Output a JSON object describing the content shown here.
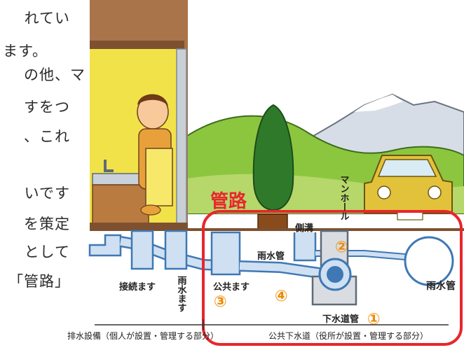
{
  "side_text": {
    "lines": [
      "れてい",
      "ます。",
      "の他、マ",
      "すをつ",
      "、これ",
      "",
      "いです",
      "を策定",
      "として",
      "「管路」"
    ]
  },
  "diagram": {
    "title_kanro": "管路",
    "label_sokko": "側溝",
    "label_manhole": "マンホール",
    "label_usuikan_top": "雨水管",
    "label_usuikan_right": "雨水管",
    "label_setsuzokumasu": "接続ます",
    "label_usuimasu": "雨水ます",
    "label_kokyomasu": "公共ます",
    "label_gesuidokan": "下水道管",
    "num_1": "①",
    "num_2": "②",
    "num_3": "③",
    "num_4": "④",
    "bottom_left": "排水設備（個人が設置・管理する部分）",
    "bottom_right": "公共下水道（役所が設置・管理する部分）"
  },
  "colors": {
    "red": "#e8262d",
    "orange": "#f08a00",
    "pipe_blue": "#3f78b4",
    "pipe_light": "#cfe0f2",
    "grass_green": "#7fbf3f",
    "house_yellow": "#f2e24a"
  }
}
